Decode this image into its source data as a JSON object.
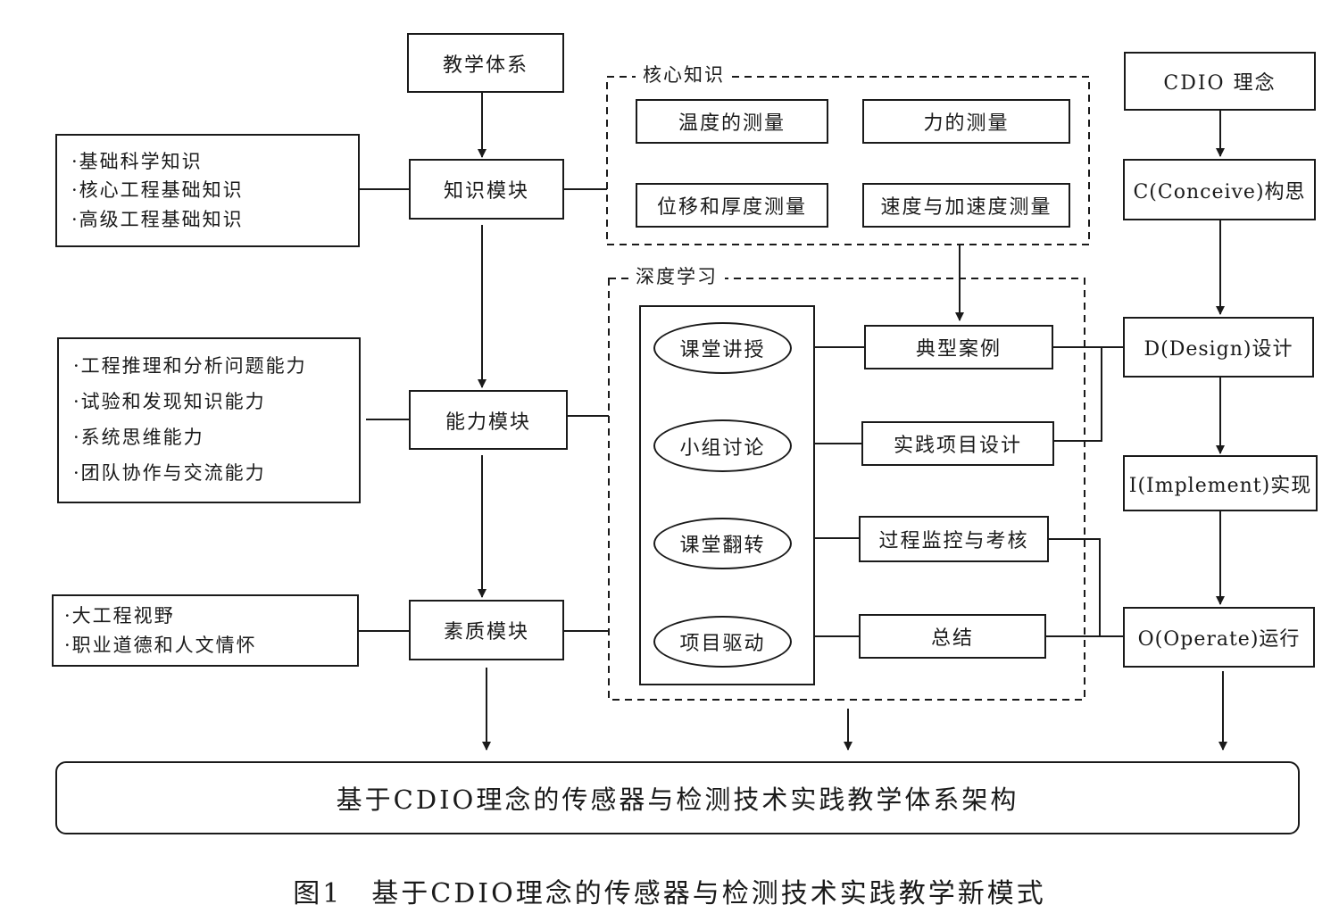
{
  "left_column": {
    "teaching_system": "教学体系",
    "knowledge_module": "知识模块",
    "ability_module": "能力模块",
    "quality_module": "素质模块",
    "knowledge_items": [
      "·基础科学知识",
      "·核心工程基础知识",
      "·高级工程基础知识"
    ],
    "ability_items": [
      "·工程推理和分析问题能力",
      "·试验和发现知识能力",
      "·系统思维能力",
      "·团队协作与交流能力"
    ],
    "quality_items": [
      "·大工程视野",
      "·职业道德和人文情怀"
    ]
  },
  "core_knowledge": {
    "label": "核心知识",
    "temperature": "温度的测量",
    "force": "力的测量",
    "displacement": "位移和厚度测量",
    "velocity": "速度与加速度测量"
  },
  "deep_learning": {
    "label": "深度学习",
    "methods": [
      "课堂讲授",
      "小组讨论",
      "课堂翻转",
      "项目驱动"
    ],
    "activities": [
      "典型案例",
      "实践项目设计",
      "过程监控与考核",
      "总结"
    ]
  },
  "cdio": {
    "concept": "CDIO 理念",
    "conceive": "C(Conceive)构思",
    "design": "D(Design)设计",
    "implement": "I(Implement)实现",
    "operate": "O(Operate)运行"
  },
  "bottom_box": "基于CDIO理念的传感器与检测技术实践教学体系架构",
  "caption": "图1　基于CDIO理念的传感器与检测技术实践教学新模式"
}
